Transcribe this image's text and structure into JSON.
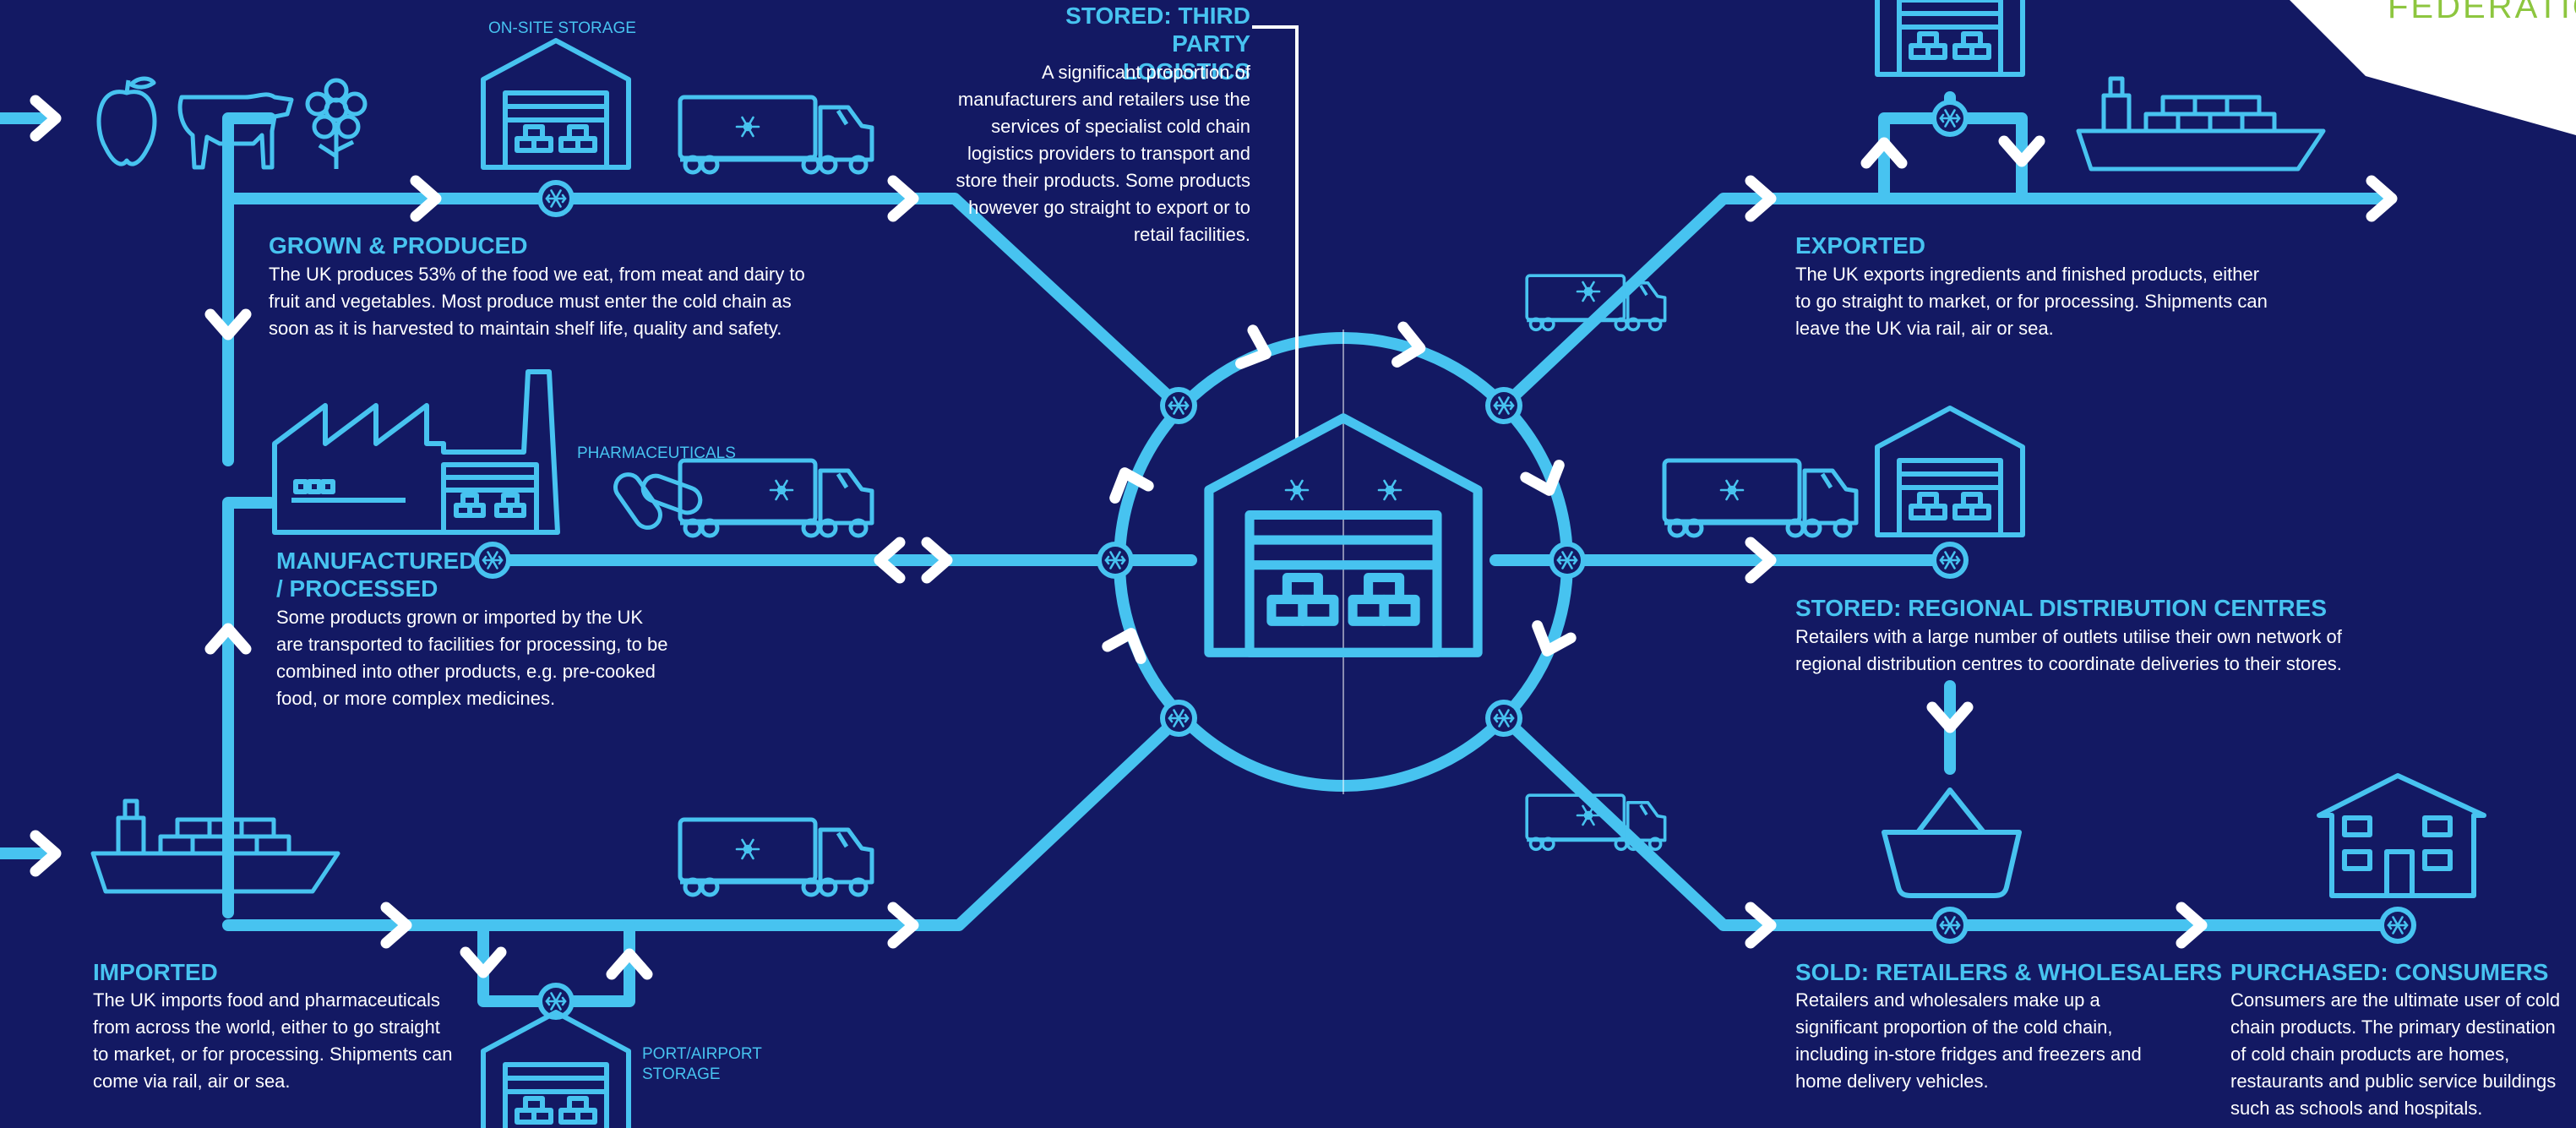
{
  "brand": {
    "corner_text": "FEDERATIO",
    "line_color": "#47c3f0",
    "background_color": "#131963",
    "accent_green": "#8dc63f"
  },
  "labels": {
    "onsite_storage": "ON-SITE STORAGE",
    "pharmaceuticals": "PHARMACEUTICALS",
    "port_airport_storage": "PORT/AIRPORT STORAGE"
  },
  "sections": {
    "grown": {
      "title": "GROWN & PRODUCED",
      "body": "The UK produces 53% of the food we eat, from meat and dairy to fruit and vegetables. Most produce must enter the cold chain as soon as it is harvested to maintain shelf life, quality and safety."
    },
    "manufactured": {
      "title": "MANUFACTURED / PROCESSED",
      "body": "Some products grown or imported by the UK are transported to facilities for processing, to be combined into other products, e.g. pre-cooked food, or more complex medicines."
    },
    "imported": {
      "title": "IMPORTED",
      "body": "The UK imports food and pharmaceuticals from across the world, either to go straight to market, or for processing. Shipments can come via rail, air or sea."
    },
    "third_party": {
      "title": "STORED: THIRD PARTY LOGISTICS",
      "body": "A significant proportion of manufacturers and retailers use the services of specialist cold chain logistics providers to transport and store their products. Some products however go straight to export or to retail facilities."
    },
    "exported": {
      "title": "EXPORTED",
      "body": "The UK exports ingredients and finished products, either to go straight to market, or for processing. Shipments can leave the UK via rail, air or sea."
    },
    "regional": {
      "title": "STORED: REGIONAL DISTRIBUTION CENTRES",
      "body": "Retailers with a large number of outlets utilise their own network of regional distribution centres to coordinate deliveries to their stores."
    },
    "sold": {
      "title": "SOLD: RETAILERS & WHOLESALERS",
      "body": "Retailers and wholesalers make up a significant proportion of the cold chain, including in-store fridges and freezers and home delivery vehicles."
    },
    "purchased": {
      "title": "PURCHASED: CONSUMERS",
      "body": "Consumers are the ultimate user of cold chain products. The primary destination of cold chain products are homes, restaurants and public service buildings such as schools and hospitals."
    }
  },
  "icons": [
    "apple-icon",
    "cow-icon",
    "flower-icon",
    "warehouse-icon",
    "refrigerated-truck-icon",
    "factory-icon",
    "pill-icon",
    "cargo-ship-icon",
    "snowflake-icon",
    "shopping-basket-icon",
    "house-icon",
    "arrow-icon"
  ]
}
